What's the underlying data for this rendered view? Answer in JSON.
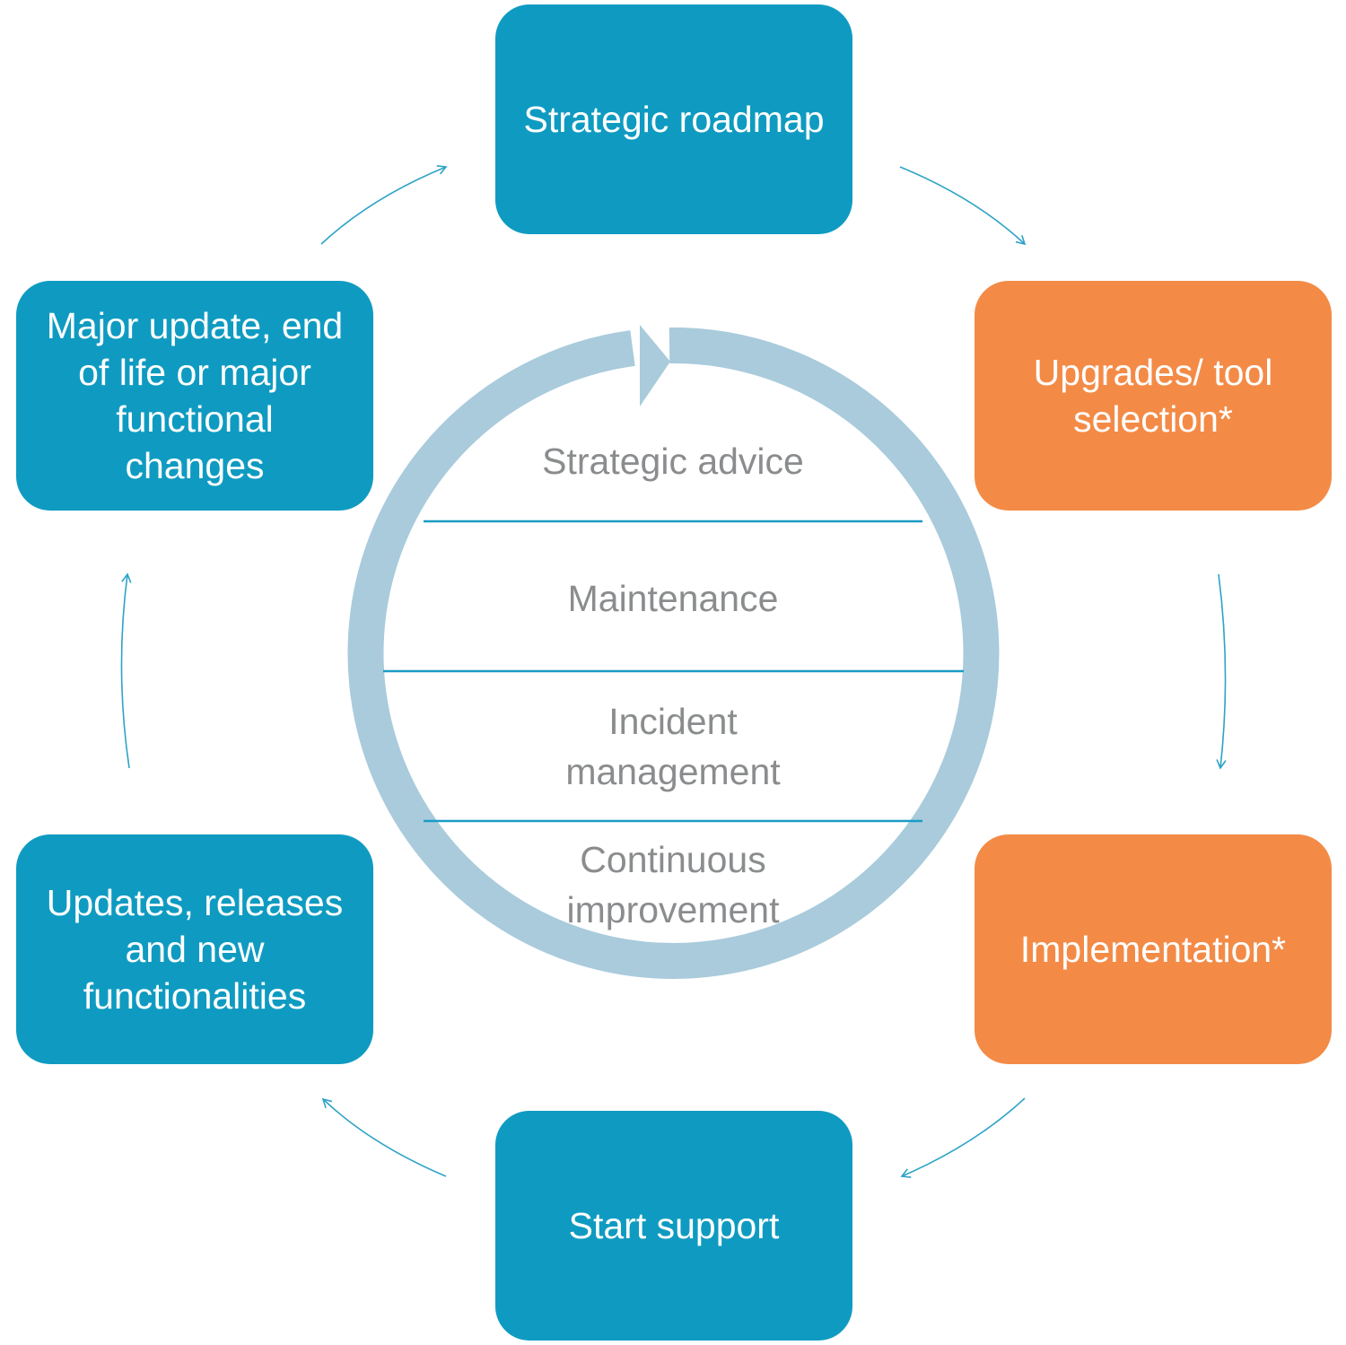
{
  "colors": {
    "blue_box": "#0f9bc1",
    "orange_box": "#f38b47",
    "cycle_ring": "#a9cbdc",
    "divider": "#1a9cc4",
    "arrow": "#2ea3c7",
    "center_text": "#8a8c8e"
  },
  "boxes": {
    "strategic_roadmap": "Strategic roadmap",
    "upgrades_tool_selection": "Upgrades/ tool\nselection*",
    "implementation": "Implementation*",
    "start_support": "Start support",
    "updates_releases": "Updates, releases\nand new\nfunctionalities",
    "major_update": "Major update, end\nof life or major\nfunctional\nchanges"
  },
  "center": {
    "sections": [
      "Strategic advice",
      "Maintenance",
      "Incident\nmanagement",
      "Continuous\nimprovement"
    ]
  }
}
